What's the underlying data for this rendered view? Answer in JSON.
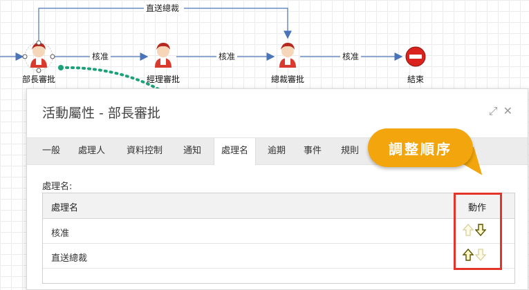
{
  "flow": {
    "edges": {
      "approve_1": "核准",
      "approve_2": "核准",
      "approve_3": "核准",
      "direct": "直送總裁"
    },
    "nodes": {
      "dept_head": "部長審批",
      "manager": "經理審批",
      "president": "總裁審批",
      "end": "結束"
    }
  },
  "dialog": {
    "title": "活動屬性 - 部長審批",
    "tabs": [
      "一般",
      "處理人",
      "資料控制",
      "通知",
      "處理名",
      "逾期",
      "事件",
      "規則"
    ],
    "active_tab": "處理名",
    "field_label": "處理名:",
    "columns": {
      "name": "處理名",
      "action": "動作"
    },
    "rows": [
      {
        "name": "核准",
        "up_enabled": false,
        "down_enabled": true
      },
      {
        "name": "直送總裁",
        "up_enabled": true,
        "down_enabled": false
      }
    ]
  },
  "callout": {
    "text": "調整順序",
    "color": "#f2a50c",
    "highlight_color": "#e4342a"
  }
}
